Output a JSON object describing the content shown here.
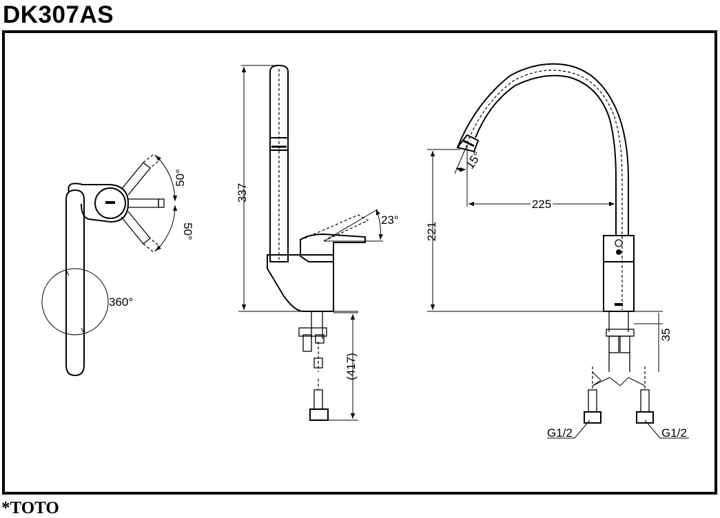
{
  "model": "DK307AS",
  "brand": "TOTO",
  "brand_mark": "*",
  "dimensions": {
    "top_angle_up": "50°",
    "top_angle_down": "50°",
    "rotation": "360°",
    "height_total": "337",
    "lever_angle": "23°",
    "hose_length": "(417)",
    "spout_angle": "15°",
    "spout_reach": "225",
    "spout_height": "221",
    "shank_length": "35",
    "thread_left": "G1/2",
    "thread_right": "G1/2"
  },
  "colors": {
    "line": "#000000",
    "background": "#ffffff"
  }
}
